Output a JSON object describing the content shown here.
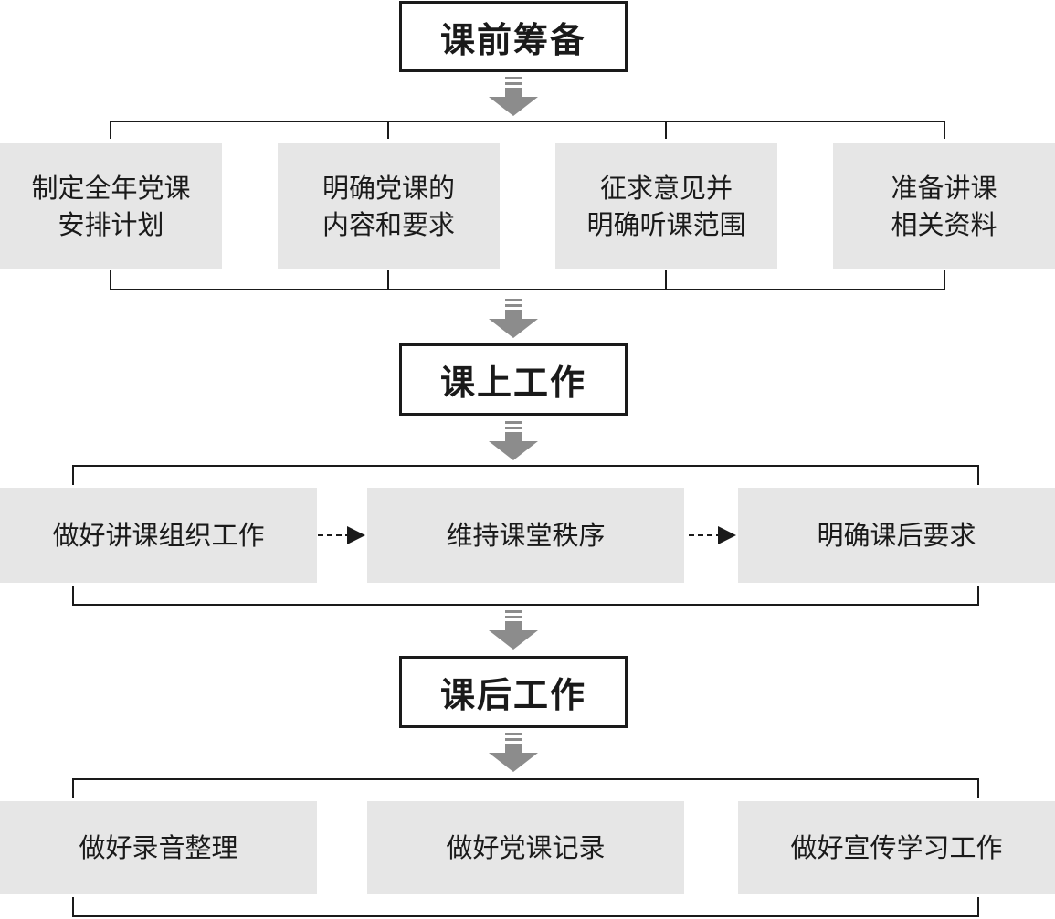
{
  "colors": {
    "phase_border": "#1a1a1a",
    "step_fill": "#e6e6e6",
    "arrow_fill": "#8c8c8c"
  },
  "icons": {
    "flow_arrow": "down-arrow-icon",
    "step_connector": "dashed-right-arrow-icon"
  },
  "phases": [
    {
      "title": "课前筹备",
      "steps": [
        {
          "lines": [
            "制定全年党课",
            "安排计划"
          ]
        },
        {
          "lines": [
            "明确党课的",
            "内容和要求"
          ]
        },
        {
          "lines": [
            "征求意见并",
            "明确听课范围"
          ]
        },
        {
          "lines": [
            "准备讲课",
            "相关资料"
          ]
        }
      ]
    },
    {
      "title": "课上工作",
      "steps": [
        {
          "lines": [
            "做好讲课组织工作"
          ]
        },
        {
          "lines": [
            "维持课堂秩序"
          ]
        },
        {
          "lines": [
            "明确课后要求"
          ]
        }
      ]
    },
    {
      "title": "课后工作",
      "steps": [
        {
          "lines": [
            "做好录音整理"
          ]
        },
        {
          "lines": [
            "做好党课记录"
          ]
        },
        {
          "lines": [
            "做好宣传学习工作"
          ]
        }
      ]
    }
  ]
}
